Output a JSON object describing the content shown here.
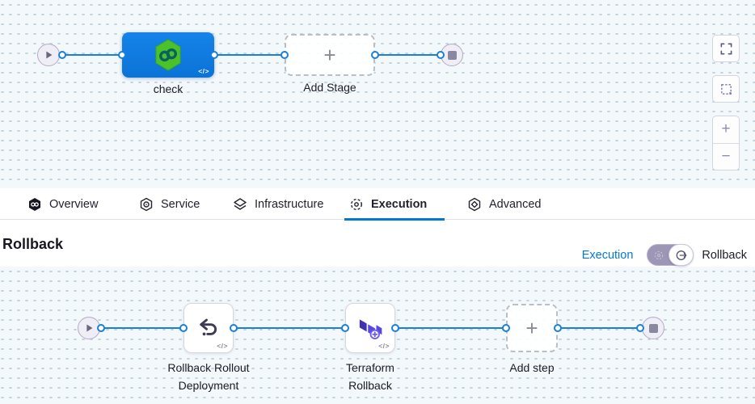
{
  "colors": {
    "accent_blue": "#0278d5",
    "wire_blue": "#1b7fd9",
    "stage_blue": "#0d7ade",
    "harness_green": "#4bc228",
    "terraform_purple": "#5847e0",
    "canvas_bg": "#f3f8fb"
  },
  "top_canvas": {
    "start_icon": "play-icon",
    "stage": {
      "label": "check",
      "icon": "harness-logo",
      "code_badge": "</>"
    },
    "add_stage": {
      "label": "Add Stage",
      "plus": "+"
    },
    "end_icon": "stop-icon"
  },
  "view_controls": {
    "fullscreen": "fullscreen-icon",
    "marquee_select": "marquee-icon",
    "zoom_in": "+",
    "zoom_out": "−"
  },
  "tabs": {
    "items": [
      {
        "label": "Overview",
        "icon": "harness-logo-icon",
        "active": false
      },
      {
        "label": "Service",
        "icon": "service-hexagon-icon",
        "active": false
      },
      {
        "label": "Infrastructure",
        "icon": "layers-icon",
        "active": false
      },
      {
        "label": "Execution",
        "icon": "execution-icon",
        "active": true
      },
      {
        "label": "Advanced",
        "icon": "advanced-hexagon-icon",
        "active": false
      }
    ]
  },
  "rollback_section": {
    "title": "Rollback",
    "toggle": {
      "left_label": "Execution",
      "right_label": "Rollback",
      "state": "rollback"
    }
  },
  "bottom_canvas": {
    "start_icon": "play-icon",
    "steps": [
      {
        "label": "Rollback Rollout Deployment",
        "icon": "undo-icon",
        "code_badge": "</>"
      },
      {
        "label": "Terraform Rollback",
        "icon": "terraform-icon",
        "code_badge": "</>"
      }
    ],
    "add_step": {
      "label": "Add step",
      "plus": "+"
    },
    "end_icon": "stop-icon"
  }
}
